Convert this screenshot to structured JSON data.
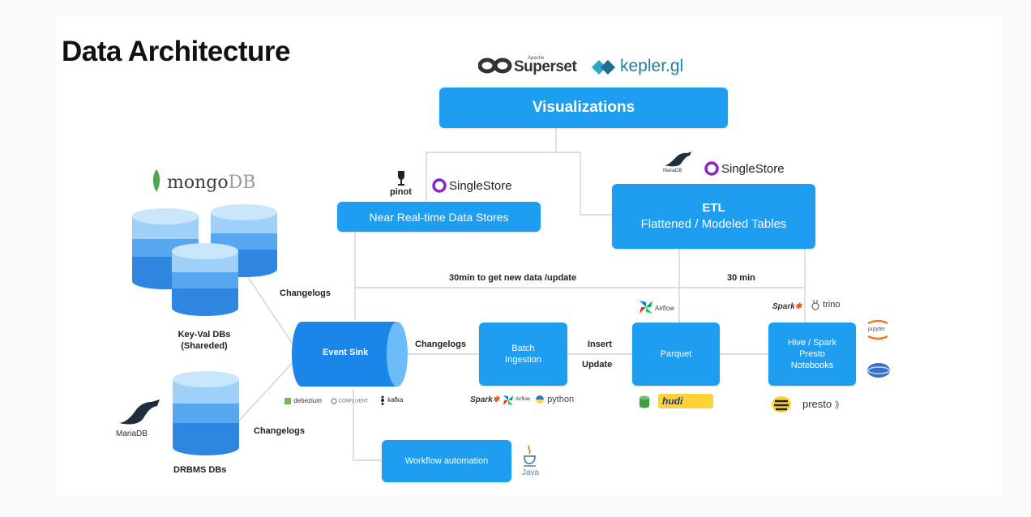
{
  "title": "Data Architecture",
  "colors": {
    "box": "#1e9ef1",
    "line": "#cfd4da",
    "db_dark": "#2f86e0",
    "db_light": "#9fd0f7"
  },
  "logos": {
    "superset_small": "Apache",
    "superset": "Superset",
    "kepler": "kepler.gl",
    "mongodb_a": "mongo",
    "mongodb_b": "DB",
    "pinot": "pinot",
    "singlestore_a": "SingleStore",
    "singlestore_b": "SingleStore",
    "mariadb_small": "MariaDB",
    "mariadb_big": "MariaDB",
    "debezium": "debezium",
    "confluent": "CONFLUENT",
    "kafka": "kafka",
    "spark_a": "Spark",
    "airflow_a": "Airflow",
    "python": "python",
    "spark_b": "Spark",
    "trino": "trino",
    "airflow_b": "Airflow",
    "hudi": "hudi",
    "presto": "presto",
    "jupyter": "jupyter",
    "java": "Java"
  },
  "boxes": {
    "visualizations": "Visualizations",
    "near_realtime": "Near Real-time Data Stores",
    "etl_title": "ETL",
    "etl_sub": "Flattened / Modeled Tables",
    "event_sink": "Event Sink",
    "batch_1": "Batch",
    "batch_2": "Ingestion",
    "parquet": "Parquet",
    "hive_1": "Hive / Spark",
    "hive_2": "Presto",
    "hive_3": "Notebooks",
    "workflow": "Workflow automation"
  },
  "labels": {
    "keyval_1": "Key-Val DBs",
    "keyval_2": "(Shareded)",
    "drbms": "DRBMS DBs",
    "changelogs_a": "Changelogs",
    "changelogs_b": "Changelogs",
    "changelogs_c": "Changelogs",
    "insert": "Insert",
    "update": "Update",
    "thirty_new": "30min to get new data /update",
    "thirty": "30 min"
  }
}
